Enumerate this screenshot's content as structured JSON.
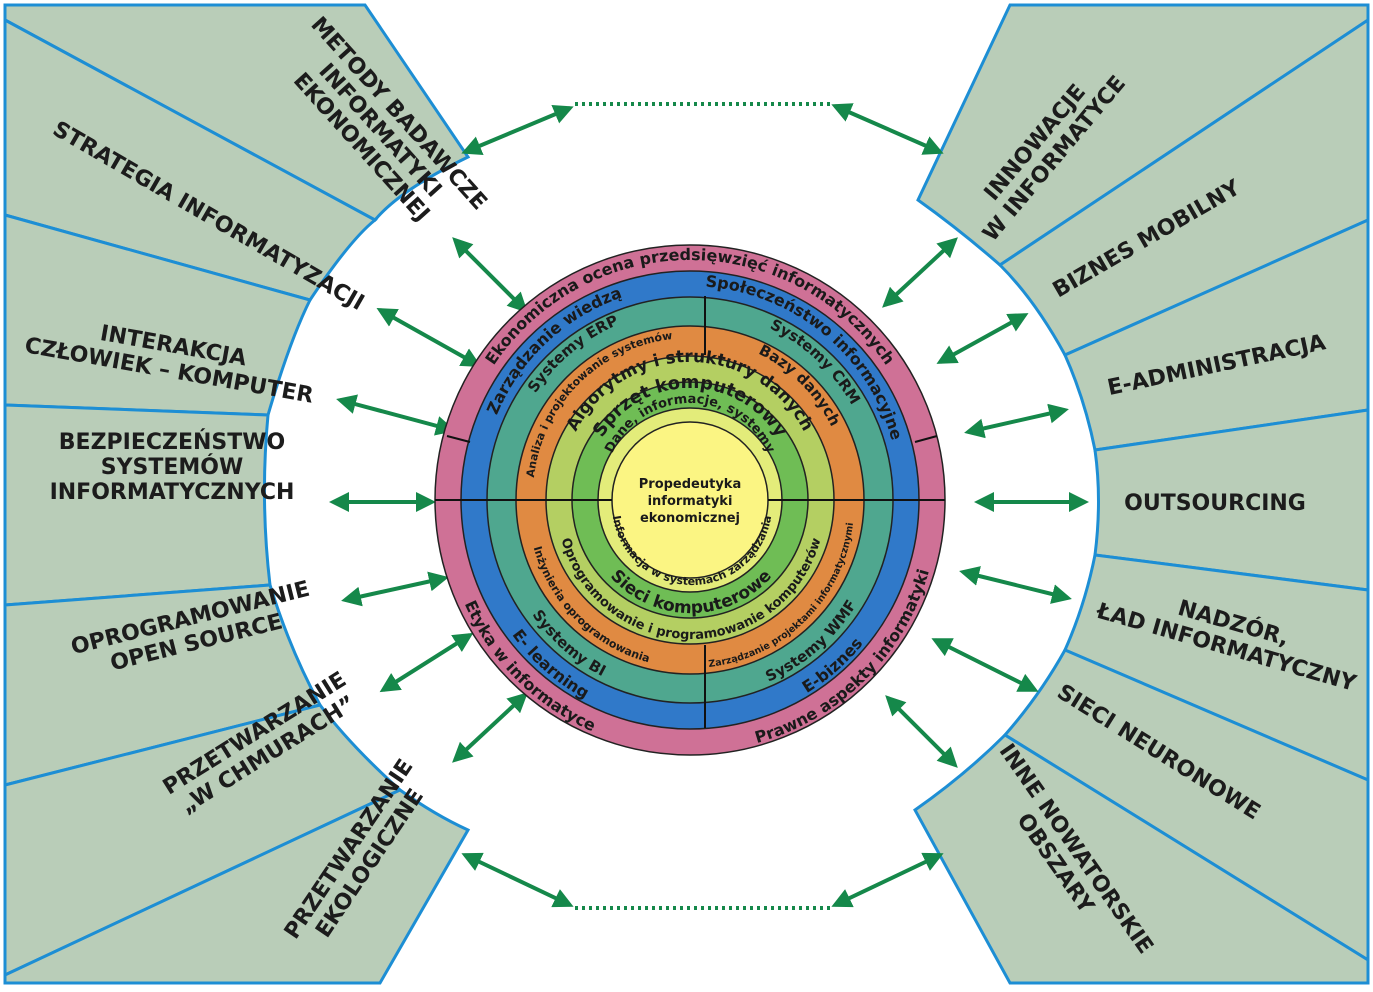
{
  "colors": {
    "panel_fill": "#b9cdb8",
    "panel_stroke": "#1d8ed4",
    "arrow": "#15884a",
    "ring_pink": "#cf7196",
    "ring_blue": "#3079c9",
    "ring_teal": "#4fa78f",
    "ring_orange": "#e08a42",
    "ring_lightgreen": "#b4cf62",
    "ring_green": "#6fbd55",
    "core_yellow": "#fbf583"
  },
  "center": {
    "line1": "Propedeutyka",
    "line2": "informatyki",
    "line3": "ekonomicznej"
  },
  "rings": {
    "r1_top": "Dane, informacje, systemy",
    "r1_bottom": "Informacja w systemach zarządzania",
    "r2_top": "Sprzęt komputerowy",
    "r2_bottom": "Sieci komputerowe",
    "r3_top": "Algorytmy i struktury danych",
    "r3_bottom": "Oprogramowanie i programowanie komputerów",
    "q4_top_left": "Analiza i projektowanie systemów",
    "q4_top_right": "Bazy danych",
    "q4_bottom_left": "Inżynieria oprogramowania",
    "q4_bottom_right": "Zarządzanie projektami informatycznymi",
    "q5_top_left": "Systemy ERP",
    "q5_top_right": "Systemy CRM",
    "q5_bottom_left": "Systemy BI",
    "q5_bottom_right": "Systemy WMF",
    "q6_top_left": "Zarządzanie wiedzą",
    "q6_top_right": "Społeczeństwo informacyjne",
    "q6_bottom_left": "E- learning",
    "q6_bottom_right": "E-biznes",
    "q7_top": "Ekonomiczna ocena przedsięwzięć informatycznych",
    "q7_bottom_left": "Etyka w informatyce",
    "q7_bottom_right": "Prawne aspekty informatyki"
  },
  "left_panels": [
    [
      "METODY BADAWCZE",
      "INFORMATYKI",
      "EKONOMICZNEJ"
    ],
    [
      "STRATEGIA INFORMATYZACJI"
    ],
    [
      "INTERAKCJA",
      "CZŁOWIEK – KOMPUTER"
    ],
    [
      "BEZPIECZEŃSTWO",
      "SYSTEMÓW",
      "INFORMATYCZNYCH"
    ],
    [
      "OPROGRAMOWANIE",
      "OPEN SOURCE"
    ],
    [
      "PRZETWARZANIE",
      "„W CHMURACH”"
    ],
    [
      "PRZETWARZANIE",
      "EKOLOGICZNE"
    ]
  ],
  "right_panels": [
    [
      "INNOWACJE",
      "W INFORMATYCE"
    ],
    [
      "BIZNES MOBILNY"
    ],
    [
      "E-ADMINISTRACJA"
    ],
    [
      "OUTSOURCING"
    ],
    [
      "NADZÓR,",
      "ŁAD INFORMATYCZNY"
    ],
    [
      "SIECI NEURONOWE"
    ],
    [
      "INNE NOWATORSKIE",
      "OBSZARY"
    ]
  ]
}
